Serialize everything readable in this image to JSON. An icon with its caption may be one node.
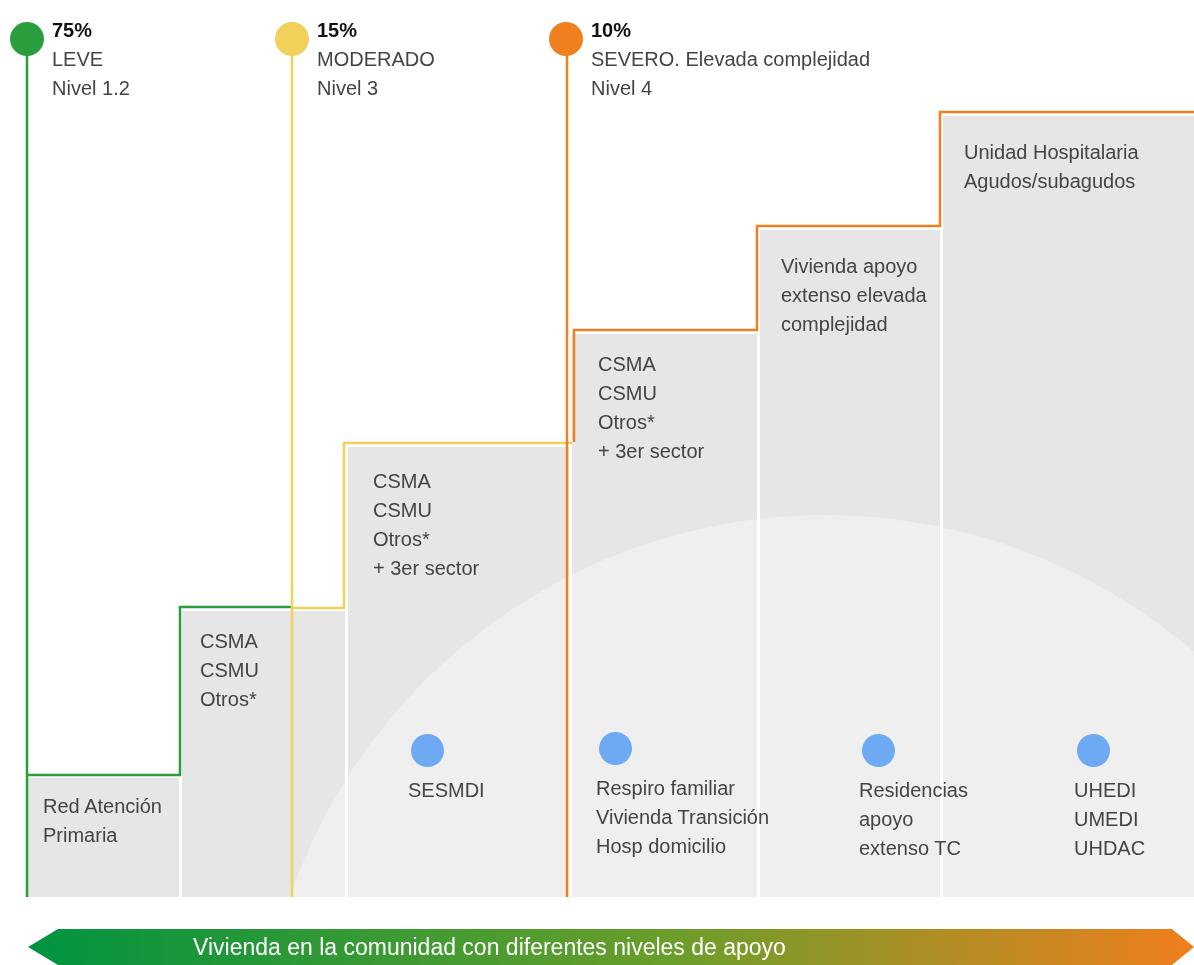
{
  "diagram": {
    "nodes": [
      {
        "text": [
          "75%",
          "LEVE",
          "Nivel 1.2"
        ]
      },
      {
        "text": [
          "15%",
          "MODERADO",
          "Nivel 3"
        ]
      },
      {
        "text": [
          "10%",
          "SEVERO. Elevada complejidad",
          "Nivel 4"
        ]
      },
      {
        "text": [
          "Red Atención Primaria"
        ]
      },
      {
        "text": [
          "CSMA",
          "CSMU",
          "Otros*"
        ]
      },
      {
        "text": [
          "CSMA",
          "CSMU",
          "Otros*",
          "+ 3er sector"
        ]
      },
      {
        "text": [
          "CSMA",
          "CSMU",
          "Otros*",
          "+ 3er sector"
        ]
      },
      {
        "text": [
          "Vivienda apoyo extenso elevada complejidad"
        ]
      },
      {
        "text": [
          "Unidad Hospitalaria Agudos/subagudos"
        ]
      },
      {
        "text": [
          "SESMDI"
        ],
        "in": 5
      },
      {
        "text": [
          "Respiro familiar",
          "Vivienda Transición",
          "Hosp domicilio"
        ],
        "in": 6
      },
      {
        "text": [
          "Residencias apoyo extenso TC"
        ],
        "in": 7
      },
      {
        "text": [
          "UHEDI",
          "UMEDI",
          "UHDAC"
        ],
        "in": 8
      },
      {
        "text": [
          "Vivienda en la comunidad con diferentes niveles de apoyo"
        ]
      }
    ],
    "edges": []
  }
}
